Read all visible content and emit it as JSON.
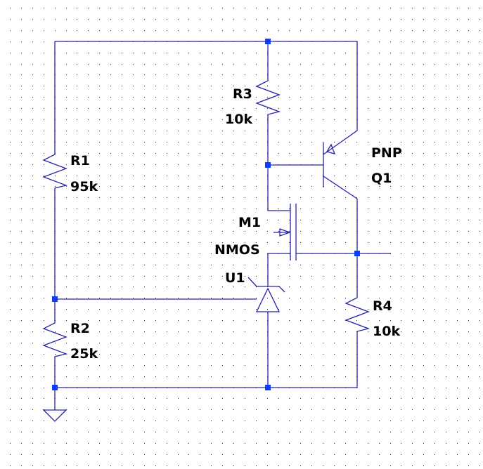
{
  "schematic": {
    "grid": true,
    "wire_color": "#2424a8",
    "junction_color": "#0a3cff",
    "label_color": "#000000",
    "components": {
      "r1": {
        "name": "R1",
        "value": "95k"
      },
      "r2": {
        "name": "R2",
        "value": "25k"
      },
      "r3": {
        "name": "R3",
        "value": "10k"
      },
      "r4": {
        "name": "R4",
        "value": "10k"
      },
      "q1": {
        "type": "PNP",
        "name": "Q1"
      },
      "m1": {
        "name": "M1",
        "type": "NMOS"
      },
      "u1": {
        "name": "U1"
      }
    },
    "icons": [
      "resistor-icon",
      "pnp-transistor-icon",
      "nmos-transistor-icon",
      "shunt-regulator-icon",
      "ground-icon",
      "junction-dot"
    ]
  }
}
